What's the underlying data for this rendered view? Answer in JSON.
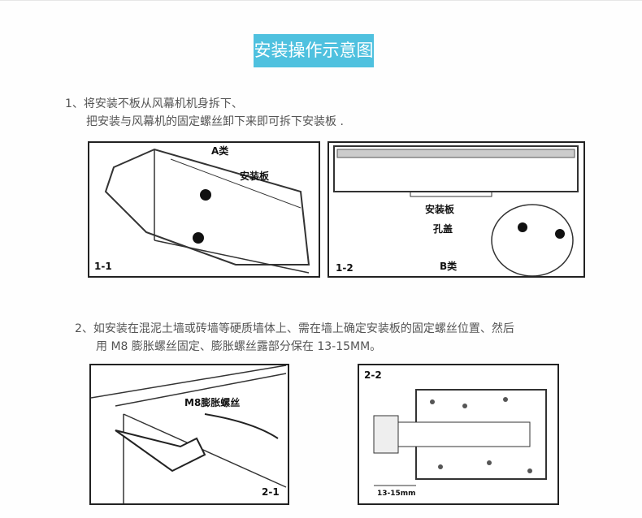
{
  "title": "安装操作示意图",
  "step1": {
    "line1": "1、将安装不板从风幕机机身拆下、",
    "line2": "把安装与风幕机的固定螺丝卸下来即可拆下安装板 ."
  },
  "step2": {
    "line1": "2、如安装在混泥土墙或砖墙等硬质墙体上、需在墙上确定安装板的固定螺丝位置、然后",
    "line2": "用 M8 膨胀螺丝固定、膨胀螺丝露部分保在 13-15MM。"
  },
  "fig11": {
    "type": "A类",
    "plate": "安装板",
    "id": "1-1"
  },
  "fig12": {
    "type": "B类",
    "plate": "安装板",
    "cover": "孔盖",
    "id": "1-2"
  },
  "fig21": {
    "bolt": "M8膨胀螺丝",
    "id": "2-1"
  },
  "fig22": {
    "id": "2-2",
    "dim": "13-15mm"
  },
  "colors": {
    "title_bg": "#4fc1df"
  }
}
